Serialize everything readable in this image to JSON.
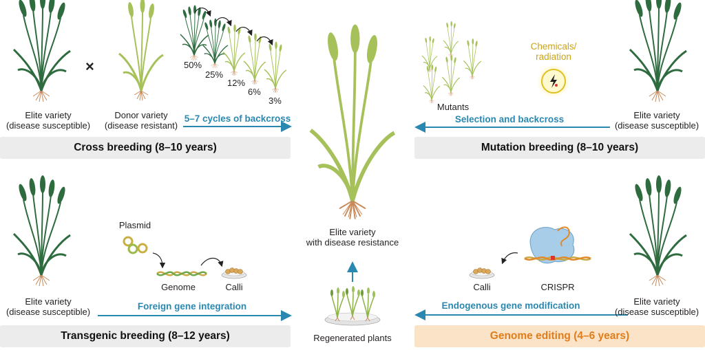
{
  "cross": {
    "elite_label_1": "Elite variety",
    "elite_label_2": "(disease susceptible)",
    "cross_symbol": "×",
    "donor_label_1": "Donor variety",
    "donor_label_2": "(disease resistant)",
    "percentages": [
      "50%",
      "25%",
      "12%",
      "6%",
      "3%"
    ],
    "arrow_label": "5–7 cycles of backcross",
    "banner": "Cross breeding (8–10 years)"
  },
  "mutation": {
    "chem_label_1": "Chemicals/",
    "chem_label_2": "radiation",
    "mutants_label": "Mutants",
    "arrow_label": "Selection and backcross",
    "elite_label_1": "Elite variety",
    "elite_label_2": "(disease susceptible)",
    "banner": "Mutation breeding (8–10 years)"
  },
  "center": {
    "result_label_1": "Elite variety",
    "result_label_2": "with disease resistance",
    "regenerated_label": "Regenerated plants"
  },
  "transgenic": {
    "elite_label_1": "Elite variety",
    "elite_label_2": "(disease susceptible)",
    "plasmid_label": "Plasmid",
    "genome_label": "Genome",
    "calli_label": "Calli",
    "arrow_label": "Foreign gene integration",
    "banner": "Transgenic breeding (8–12 years)"
  },
  "editing": {
    "calli_label": "Calli",
    "crispr_label": "CRISPR",
    "arrow_label": "Endogenous gene modification",
    "elite_label_1": "Elite variety",
    "elite_label_2": "(disease susceptible)",
    "banner": "Genome editing (4–6 years)"
  },
  "colors": {
    "arrow_blue": "#2a88b0",
    "banner_gray": "#ececec",
    "banner_peach": "#fbe3c8",
    "banner_orange_text": "#e07d1b",
    "dark_wheat": "#2e6b3f",
    "light_wheat": "#a6c15a",
    "root": "#c98a5a",
    "chem_yellow": "#e0c020"
  }
}
